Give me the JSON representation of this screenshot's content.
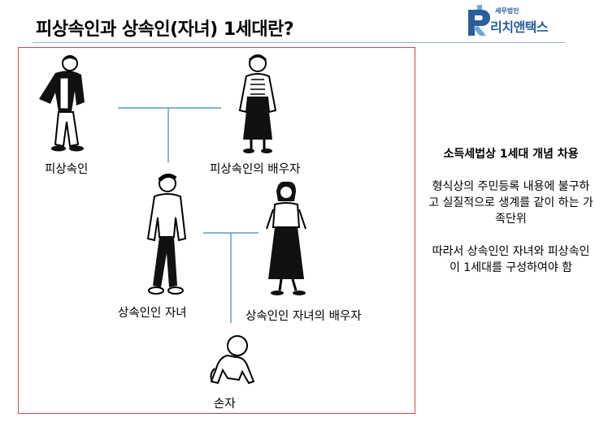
{
  "header": {
    "title": "피상속인과 상속인(자녀) 1세대란?",
    "logo": {
      "small_text": "세무법인",
      "name": "리치앤택스",
      "icon": "r-mark-logo-icon",
      "color": "#2a5d9a"
    }
  },
  "diagram": {
    "frame_color": "#d9454a",
    "line_color": "#5a9ac8",
    "people": [
      {
        "label": "피상속인",
        "icon": "elderly-man-icon"
      },
      {
        "label": "피상속인의 배우자",
        "icon": "elderly-woman-icon"
      },
      {
        "label": "상속인인 자녀",
        "icon": "man-icon"
      },
      {
        "label": "상속인인 자녀의 배우자",
        "icon": "woman-icon"
      },
      {
        "label": "손자",
        "icon": "baby-icon"
      }
    ]
  },
  "sidebar": {
    "heading": "소득세법상 1세대 개념 차용",
    "paragraph1": "형식상의 주민등록 내용에 불구하고 실질적으로 생계를 같이 하는 가족단위",
    "paragraph2": "따라서 상속인인 자녀와 피상속인이 1세대를 구성하여야 함"
  }
}
